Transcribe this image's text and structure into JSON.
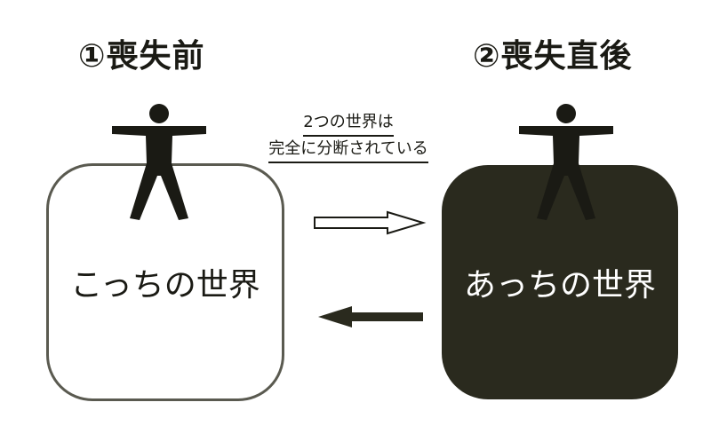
{
  "left": {
    "heading": "①喪失前",
    "box_label": "こっちの世界"
  },
  "right": {
    "heading": "②喪失直後",
    "box_label": "あっちの世界"
  },
  "note": {
    "line1": "2つの世界は",
    "line2": "完全に分断されている"
  },
  "colors": {
    "dark_world": "#2a2a1e",
    "figure": "#1a1a14",
    "outline": "#5a5a50"
  },
  "icons": [
    "person-icon",
    "person-icon",
    "hollow-right-arrow-icon",
    "solid-left-arrow-icon"
  ]
}
